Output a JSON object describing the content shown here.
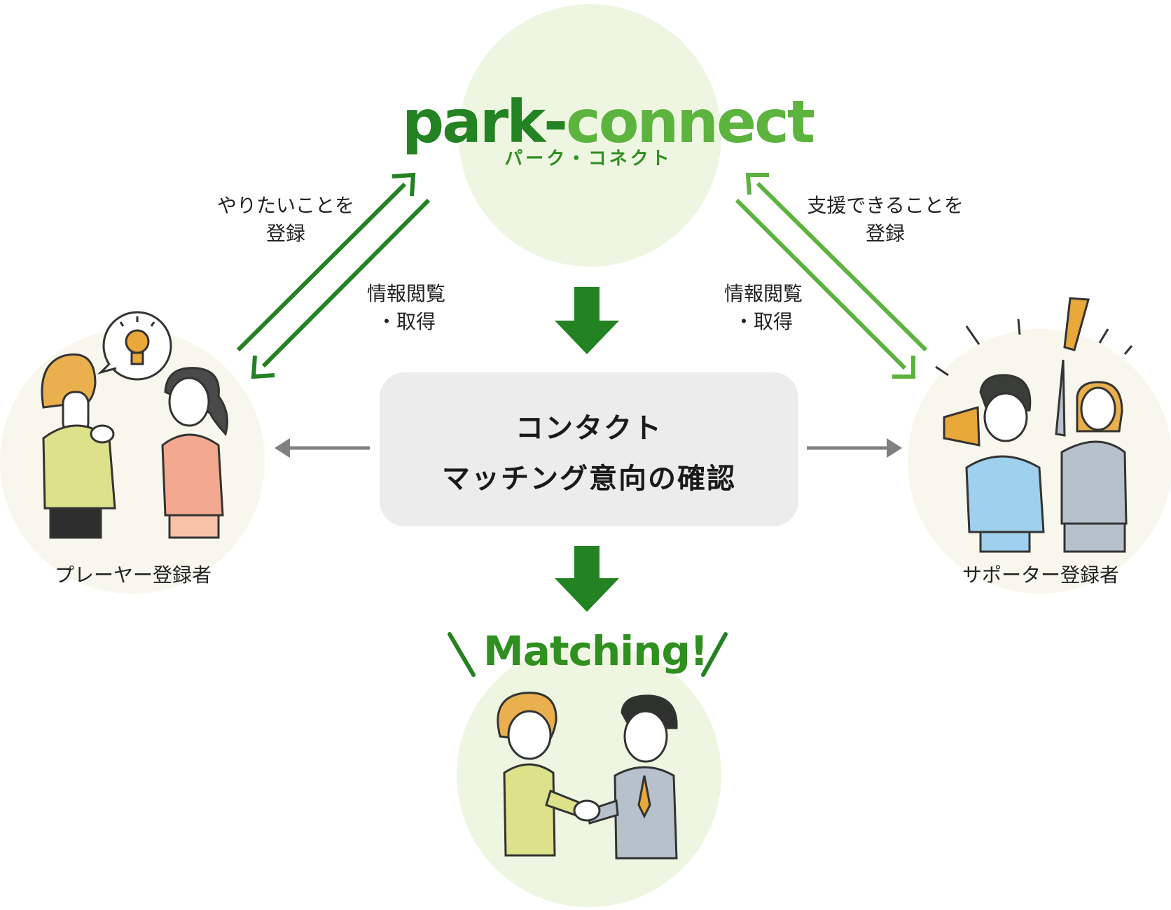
{
  "logo": {
    "part1": "park-",
    "part2": "connect",
    "subtitle": "パーク・コネクト"
  },
  "left_arrow_labels": {
    "register": [
      "やりたいことを",
      "登録"
    ],
    "info": [
      "情報閲覧",
      "・取得"
    ]
  },
  "right_arrow_labels": {
    "register": [
      "支援できることを",
      "登録"
    ],
    "info": [
      "情報閲覧",
      "・取得"
    ]
  },
  "center_box": {
    "line1": "コンタクト",
    "line2": "マッチング意向の確認"
  },
  "player_label": "プレーヤー登録者",
  "supporter_label": "サポーター登録者",
  "matching_label": "Matching!",
  "colors": {
    "dark_green": "#238222",
    "light_green": "#5cb33e",
    "circle_green": "#eef6e1",
    "circle_cream": "#f7f7ee",
    "box_gray": "#ececec",
    "gray_arrow": "#808080"
  }
}
